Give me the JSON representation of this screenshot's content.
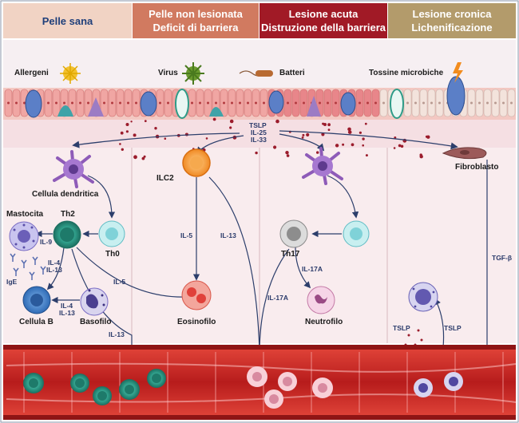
{
  "headers": [
    {
      "line1": "Pelle sana",
      "line2": "",
      "bg": "#f1d3c4",
      "fg": "#1f3f7a"
    },
    {
      "line1": "Pelle non lesionata",
      "line2": "Deficit di barriera",
      "bg": "#d17a60",
      "fg": "#ffffff"
    },
    {
      "line1": "Lesione acuta",
      "line2": "Distruzione della barriera",
      "bg": "#a11a26",
      "fg": "#ffffff"
    },
    {
      "line1": "Lesione cronica",
      "line2": "Lichenificazione",
      "bg": "#b39b6b",
      "fg": "#ffffff"
    }
  ],
  "triggers": {
    "allergens": "Allergeni",
    "virus": "Virus",
    "bacteria": "Batteri",
    "toxins": "Tossine microbiche"
  },
  "cytokines": {
    "tslp": "TSLP",
    "il25": "IL-25",
    "il33": "IL-33",
    "il5": "IL-5",
    "il13": "IL-13",
    "il9": "IL-9",
    "il4": "IL-4",
    "il17a": "IL-17A",
    "tgfb": "TGF-β"
  },
  "cells": {
    "dendritic": "Cellula dendritica",
    "ilc2": "ILC2",
    "fibroblast": "Fibroblasto",
    "mast": "Mastocita",
    "th2": "Th2",
    "th0": "Th0",
    "th17": "Th17",
    "ige": "IgE",
    "bcell": "Cellula B",
    "basophil": "Basofilo",
    "eosinophil": "Eosinofilo",
    "neutrophil": "Neutrofilo"
  },
  "colors": {
    "arrow": "#2c3e6b",
    "dot": "#9b1c2c",
    "dermis": "#f9ecee",
    "vessel": "#c92424"
  }
}
